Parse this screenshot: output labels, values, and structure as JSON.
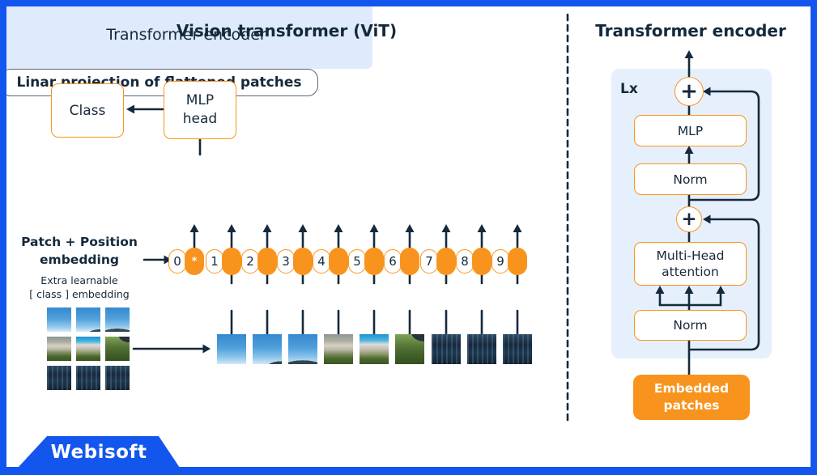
{
  "colors": {
    "accent_orange": "#F8941D",
    "frame_blue": "#1356EE",
    "navy_text": "#15293C",
    "encoder_fill_left": "#DFEAFC",
    "encoder_fill_right": "#E6EFFC"
  },
  "left_panel": {
    "title": "Vision transformer (ViT)",
    "class_box": "Class",
    "mlp_head_box": "MLP head",
    "encoder_box": "Transformer encoder",
    "patch_position_line1": "Patch + Position",
    "patch_position_line2": "embedding",
    "extra_learnable_line1": "Extra learnable",
    "extra_learnable_line2": "[ class ] embedding",
    "projection_box": "Linar projection of flattened patches",
    "class_token_star": "*",
    "tokens": [
      "0",
      "1",
      "2",
      "3",
      "4",
      "5",
      "6",
      "7",
      "8",
      "9"
    ]
  },
  "right_panel": {
    "title": "Transformer encoder",
    "layers_label": "Lx",
    "add_symbol": "+",
    "mlp_box": "MLP",
    "norm_top_box": "Norm",
    "mha_line1": "Multi-Head",
    "mha_line2": "attention",
    "norm_bottom_box": "Norm",
    "embedded_line1": "Embedded",
    "embedded_line2": "patches"
  },
  "footer": {
    "brand": "Webisoft"
  }
}
